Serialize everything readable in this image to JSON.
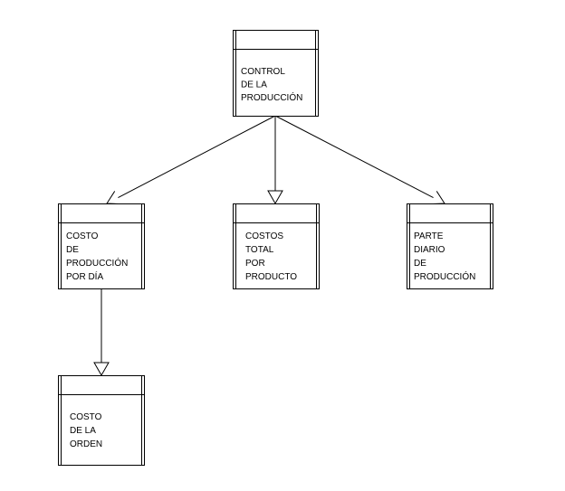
{
  "diagram": {
    "nodes": [
      {
        "id": "control",
        "lines": [
          "CONTROL",
          "DE LA",
          "PRODUCCIÓN"
        ]
      },
      {
        "id": "costo_dia",
        "lines": [
          "COSTO",
          "DE",
          "PRODUCCIÓN",
          "POR DÍA"
        ]
      },
      {
        "id": "costos_total",
        "lines": [
          "COSTOS",
          "TOTAL",
          "POR",
          "PRODUCTO"
        ]
      },
      {
        "id": "parte_diario",
        "lines": [
          "PARTE",
          "DIARIO",
          "DE",
          "PRODUCCIÓN"
        ]
      },
      {
        "id": "costo_orden",
        "lines": [
          "COSTO",
          "DE LA",
          "ORDEN"
        ]
      }
    ],
    "edges": [
      {
        "from": "control",
        "to": "costo_dia"
      },
      {
        "from": "control",
        "to": "costos_total"
      },
      {
        "from": "control",
        "to": "parte_diario"
      },
      {
        "from": "costo_dia",
        "to": "costo_orden"
      }
    ]
  }
}
